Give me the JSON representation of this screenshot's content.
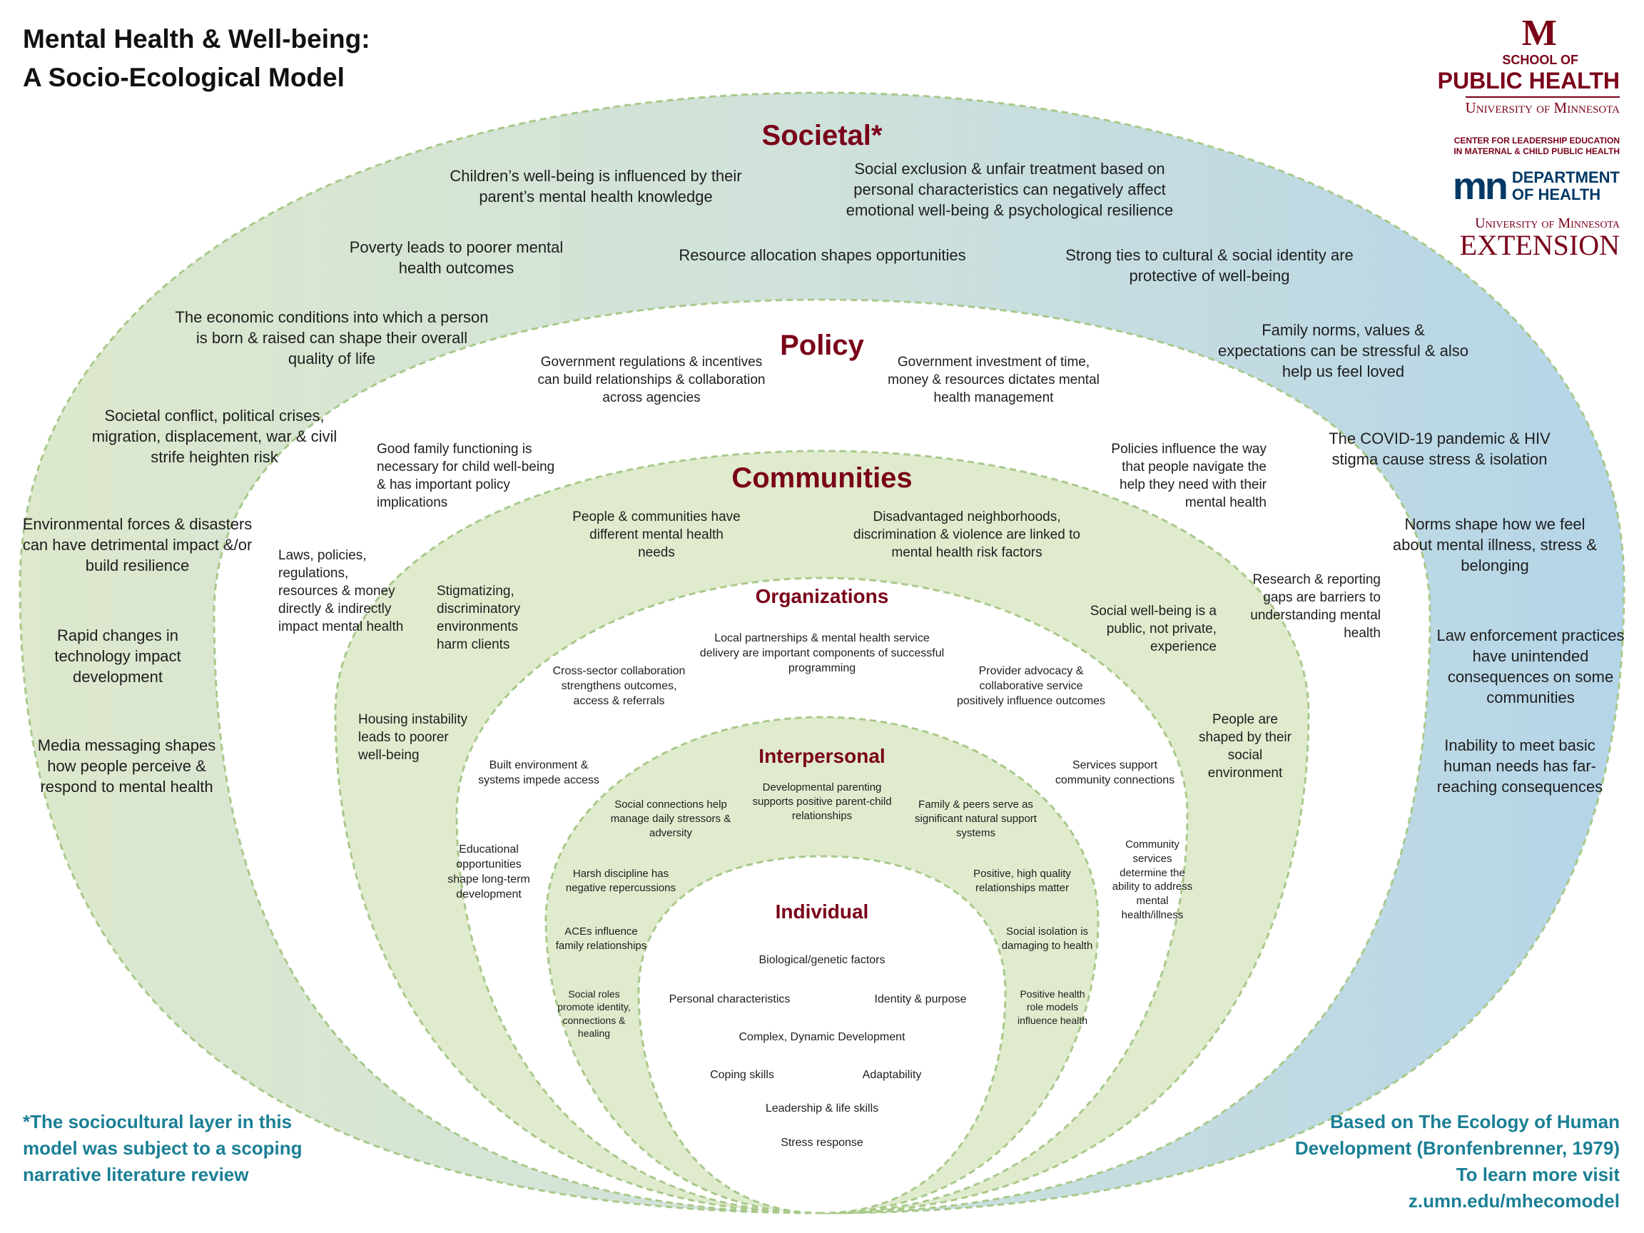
{
  "title": {
    "line1": "Mental Health & Well-being:",
    "line2": "A Socio-Ecological Model"
  },
  "logos": {
    "umn_mark": "M",
    "sph_line1": "SCHOOL OF",
    "sph_line2": "PUBLIC HEALTH",
    "sph_university": "University of Minnesota",
    "center_line1": "CENTER FOR LEADERSHIP EDUCATION",
    "center_line2": "IN MATERNAL & CHILD PUBLIC HEALTH",
    "mn_mark": "mn",
    "mdh_line1": "DEPARTMENT",
    "mdh_line2": "OF HEALTH",
    "ext_university": "University of Minnesota",
    "ext_name": "EXTENSION"
  },
  "colors": {
    "maroon": "#7a0019",
    "teal": "#1a7f95",
    "societal_left": "#dbe7c9",
    "societal_right": "#b7d6e8",
    "green_ring": "#e0ebce",
    "dashed_stroke": "#a8c98a",
    "gold": "#ffcc33",
    "mdh_blue": "#003865",
    "mdh_green": "#78be21"
  },
  "layers": {
    "societal": {
      "heading": "Societal*",
      "items": [
        "Children’s well-being is influenced by their parent’s mental health knowledge",
        "Social exclusion & unfair treatment based on personal characteristics can negatively affect emotional well-being & psychological resilience",
        "Poverty leads to poorer mental health outcomes",
        "Resource allocation shapes opportunities",
        "Strong ties to cultural & social identity are protective of well-being",
        "The economic conditions into which a person is born & raised can shape their overall quality of life",
        "Family norms, values & expectations can be stressful & also help us feel loved",
        "Societal conflict, political crises, migration, displacement, war & civil strife heighten risk",
        "The COVID-19 pandemic & HIV stigma cause stress & isolation",
        "Environmental forces & disasters can have detrimental impact &/or build resilience",
        "Norms shape how we feel about mental illness, stress & belonging",
        "Rapid changes in technology impact development",
        "Law enforcement practices have unintended consequences on some communities",
        "Media messaging shapes how people perceive & respond to mental health",
        "Inability to meet basic human needs has far-reaching consequences"
      ]
    },
    "policy": {
      "heading": "Policy",
      "items": [
        "Government regulations & incentives can build relationships & collaboration across agencies",
        "Government investment of time, money & resources dictates mental health management",
        "Good family functioning is necessary for child well-being & has important policy implications",
        "Policies influence the way that people navigate the help they need with their mental health",
        "Laws, policies, regulations, resources & money directly & indirectly impact mental health",
        "Research & reporting gaps are barriers to understanding mental health"
      ]
    },
    "communities": {
      "heading": "Communities",
      "items": [
        "People & communities have different mental health needs",
        "Disadvantaged neighborhoods, discrimination & violence are linked to mental health risk factors",
        "Stigmatizing, discriminatory environments harm clients",
        "Social well-being is a public, not private, experience",
        "Housing instability leads to poorer well-being",
        "People are shaped by their social environment"
      ]
    },
    "organizations": {
      "heading": "Organizations",
      "items": [
        "Local partnerships & mental health service delivery are important components of successful programming",
        "Cross-sector collaboration strengthens outcomes, access & referrals",
        "Provider advocacy & collaborative service positively influence outcomes",
        "Built environment & systems impede access",
        "Services support community connections",
        "Educational opportunities shape long-term development",
        "Community services determine the ability to address mental health/illness"
      ]
    },
    "interpersonal": {
      "heading": "Interpersonal",
      "items": [
        "Developmental parenting supports positive parent-child relationships",
        "Social connections help manage daily stressors & adversity",
        "Family & peers serve as significant natural support systems",
        "Harsh discipline has negative repercussions",
        "Positive, high quality relationships matter",
        "ACEs influence family relationships",
        "Social isolation is damaging to health",
        "Social roles promote identity, connections & healing",
        "Positive health role models influence health"
      ]
    },
    "individual": {
      "heading": "Individual",
      "items": [
        "Biological/genetic factors",
        "Personal characteristics",
        "Identity & purpose",
        "Complex, Dynamic Development",
        "Coping skills",
        "Adaptability",
        "Leadership & life skills",
        "Stress response"
      ]
    }
  },
  "footnotes": {
    "left": "*The sociocultural layer in this model was subject to a scoping narrative literature review",
    "right_line1": "Based on The Ecology of Human",
    "right_line2": "Development (Bronfenbrenner, 1979)",
    "right_line3": "To learn more visit",
    "right_line4": "z.umn.edu/mhecomodel"
  }
}
